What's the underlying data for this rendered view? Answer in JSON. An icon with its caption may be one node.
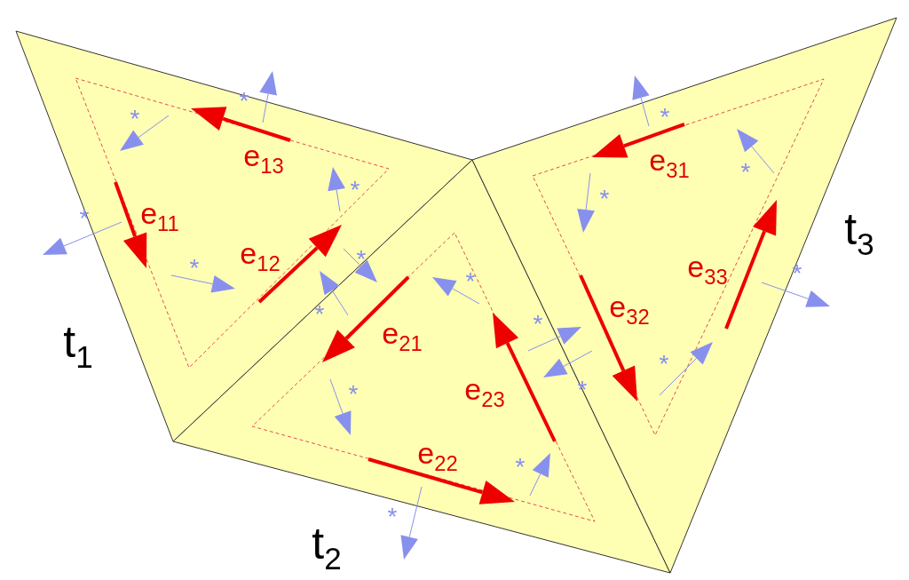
{
  "diagram": {
    "labels": [
      "t$_{1}$",
      "t$_{2}$",
      "t$_{3}$",
      "e$_{11}$",
      "e$_{12}$",
      "e$_{13}$",
      "e$_{21}$",
      "e$_{22}$",
      "e$_{23}$",
      "e$_{31}$",
      "e$_{32}$",
      "e$_{33}$",
      "*",
      "*",
      "*",
      "*",
      "*",
      "*",
      "*",
      "*",
      "*",
      "*",
      "*",
      "*",
      "*",
      "*",
      "*",
      "*",
      "*",
      "*"
    ]
  }
}
